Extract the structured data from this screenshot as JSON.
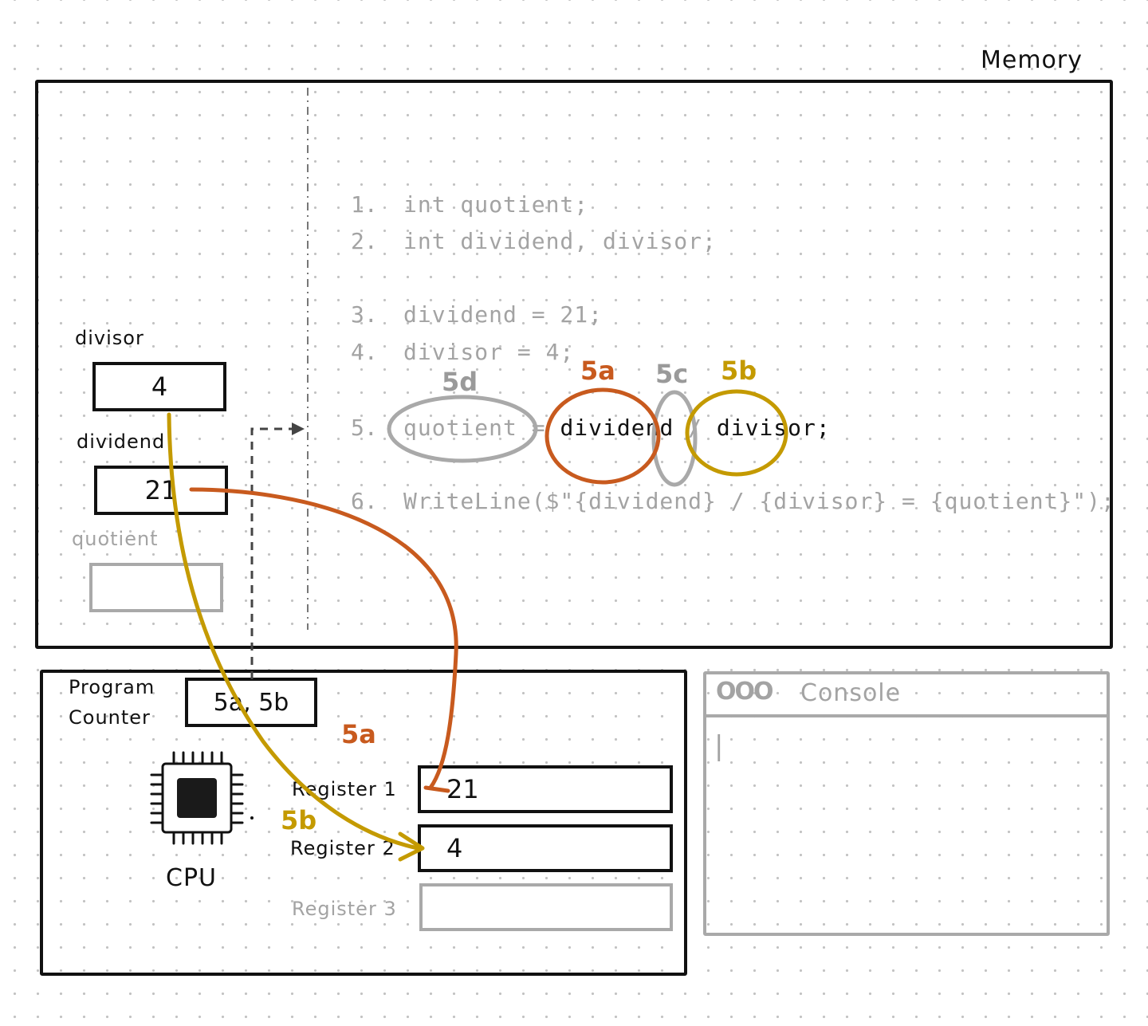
{
  "memory": {
    "title": "Memory",
    "variables": [
      {
        "label": "divisor",
        "value": "4"
      },
      {
        "label": "dividend",
        "value": "21"
      },
      {
        "label": "quotient",
        "value": ""
      }
    ],
    "code_lines": [
      {
        "num": "1.",
        "text": "int quotient;"
      },
      {
        "num": "2.",
        "text": "int dividend, divisor;"
      },
      {
        "num": "3.",
        "text": "dividend = 21;"
      },
      {
        "num": "4.",
        "text": "divisor = 4;"
      },
      {
        "num": "5.",
        "part1": "quotient = ",
        "part2": "dividend",
        "part3": " / ",
        "part4": "divisor;"
      },
      {
        "num": "6.",
        "text": "WriteLine($\"{dividend} / {divisor} = {quotient}\");"
      }
    ],
    "annotations": {
      "a": "5a",
      "b": "5b",
      "c": "5c",
      "d": "5d"
    }
  },
  "cpu": {
    "program_counter_label_1": "Program",
    "program_counter_label_2": "Counter",
    "program_counter_value": "5a, 5b",
    "chip_label": "CPU",
    "registers": [
      {
        "label": "Register 1",
        "value": "21"
      },
      {
        "label": "Register 2",
        "value": "4"
      },
      {
        "label": "Register 3",
        "value": ""
      }
    ],
    "arrow_tags": {
      "a": "5a",
      "b": "5b"
    }
  },
  "console": {
    "title": "Console",
    "window_buttons": "OOO",
    "cursor": "|"
  },
  "colors": {
    "orange": "#c85a1e",
    "gold": "#c49a00",
    "gray": "#a9a9a9",
    "ink": "#111111"
  }
}
